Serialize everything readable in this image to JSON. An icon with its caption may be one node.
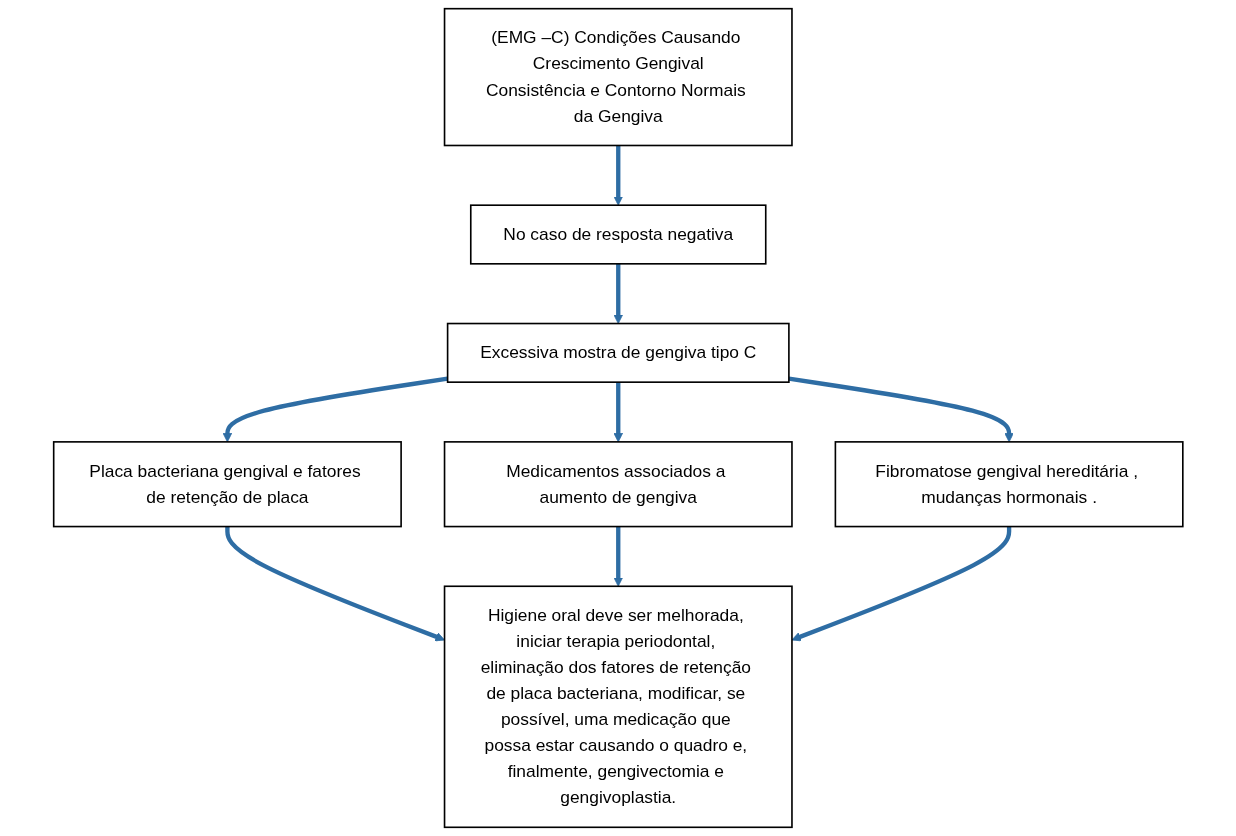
{
  "diagram": {
    "nodes": [
      {
        "text": [
          "(EMG –C) Condições Causando Crescimento Gengival",
          "Consistência e Contorno Normais da Gengiva"
        ]
      },
      {
        "text": [
          "No caso de resposta negativa"
        ]
      },
      {
        "text": [
          "Excessiva mostra de gengiva tipo C"
        ]
      },
      {
        "text": [
          "Placa bacteriana gengival e fatores de retenção de placa"
        ]
      },
      {
        "text": [
          "Medicamentos associados a aumento de gengiva"
        ]
      },
      {
        "text": [
          "Fibromatose gengival hereditária , mudanças hormonais ."
        ]
      },
      {
        "text": [
          "Higiene oral deve ser melhorada, iniciar terapia periodontal, eliminação dos fatores de retenção de placa bacteriana, modificar, se possível, uma medicação que possa estar causando o quadro e, finalmente, gengivectomia e gengivoplastia."
        ]
      }
    ],
    "edges": [
      {
        "from": 0,
        "to": 1,
        "arrow": "to"
      },
      {
        "from": 1,
        "to": 2,
        "arrow": "to"
      },
      {
        "from": 2,
        "to": 3,
        "arrow": "to"
      },
      {
        "from": 2,
        "to": 4,
        "arrow": "to"
      },
      {
        "from": 2,
        "to": 5,
        "arrow": "to"
      },
      {
        "from": 3,
        "to": 6,
        "arrow": "to"
      },
      {
        "from": 4,
        "to": 6,
        "arrow": "to"
      },
      {
        "from": 5,
        "to": 6,
        "arrow": "to"
      }
    ]
  }
}
